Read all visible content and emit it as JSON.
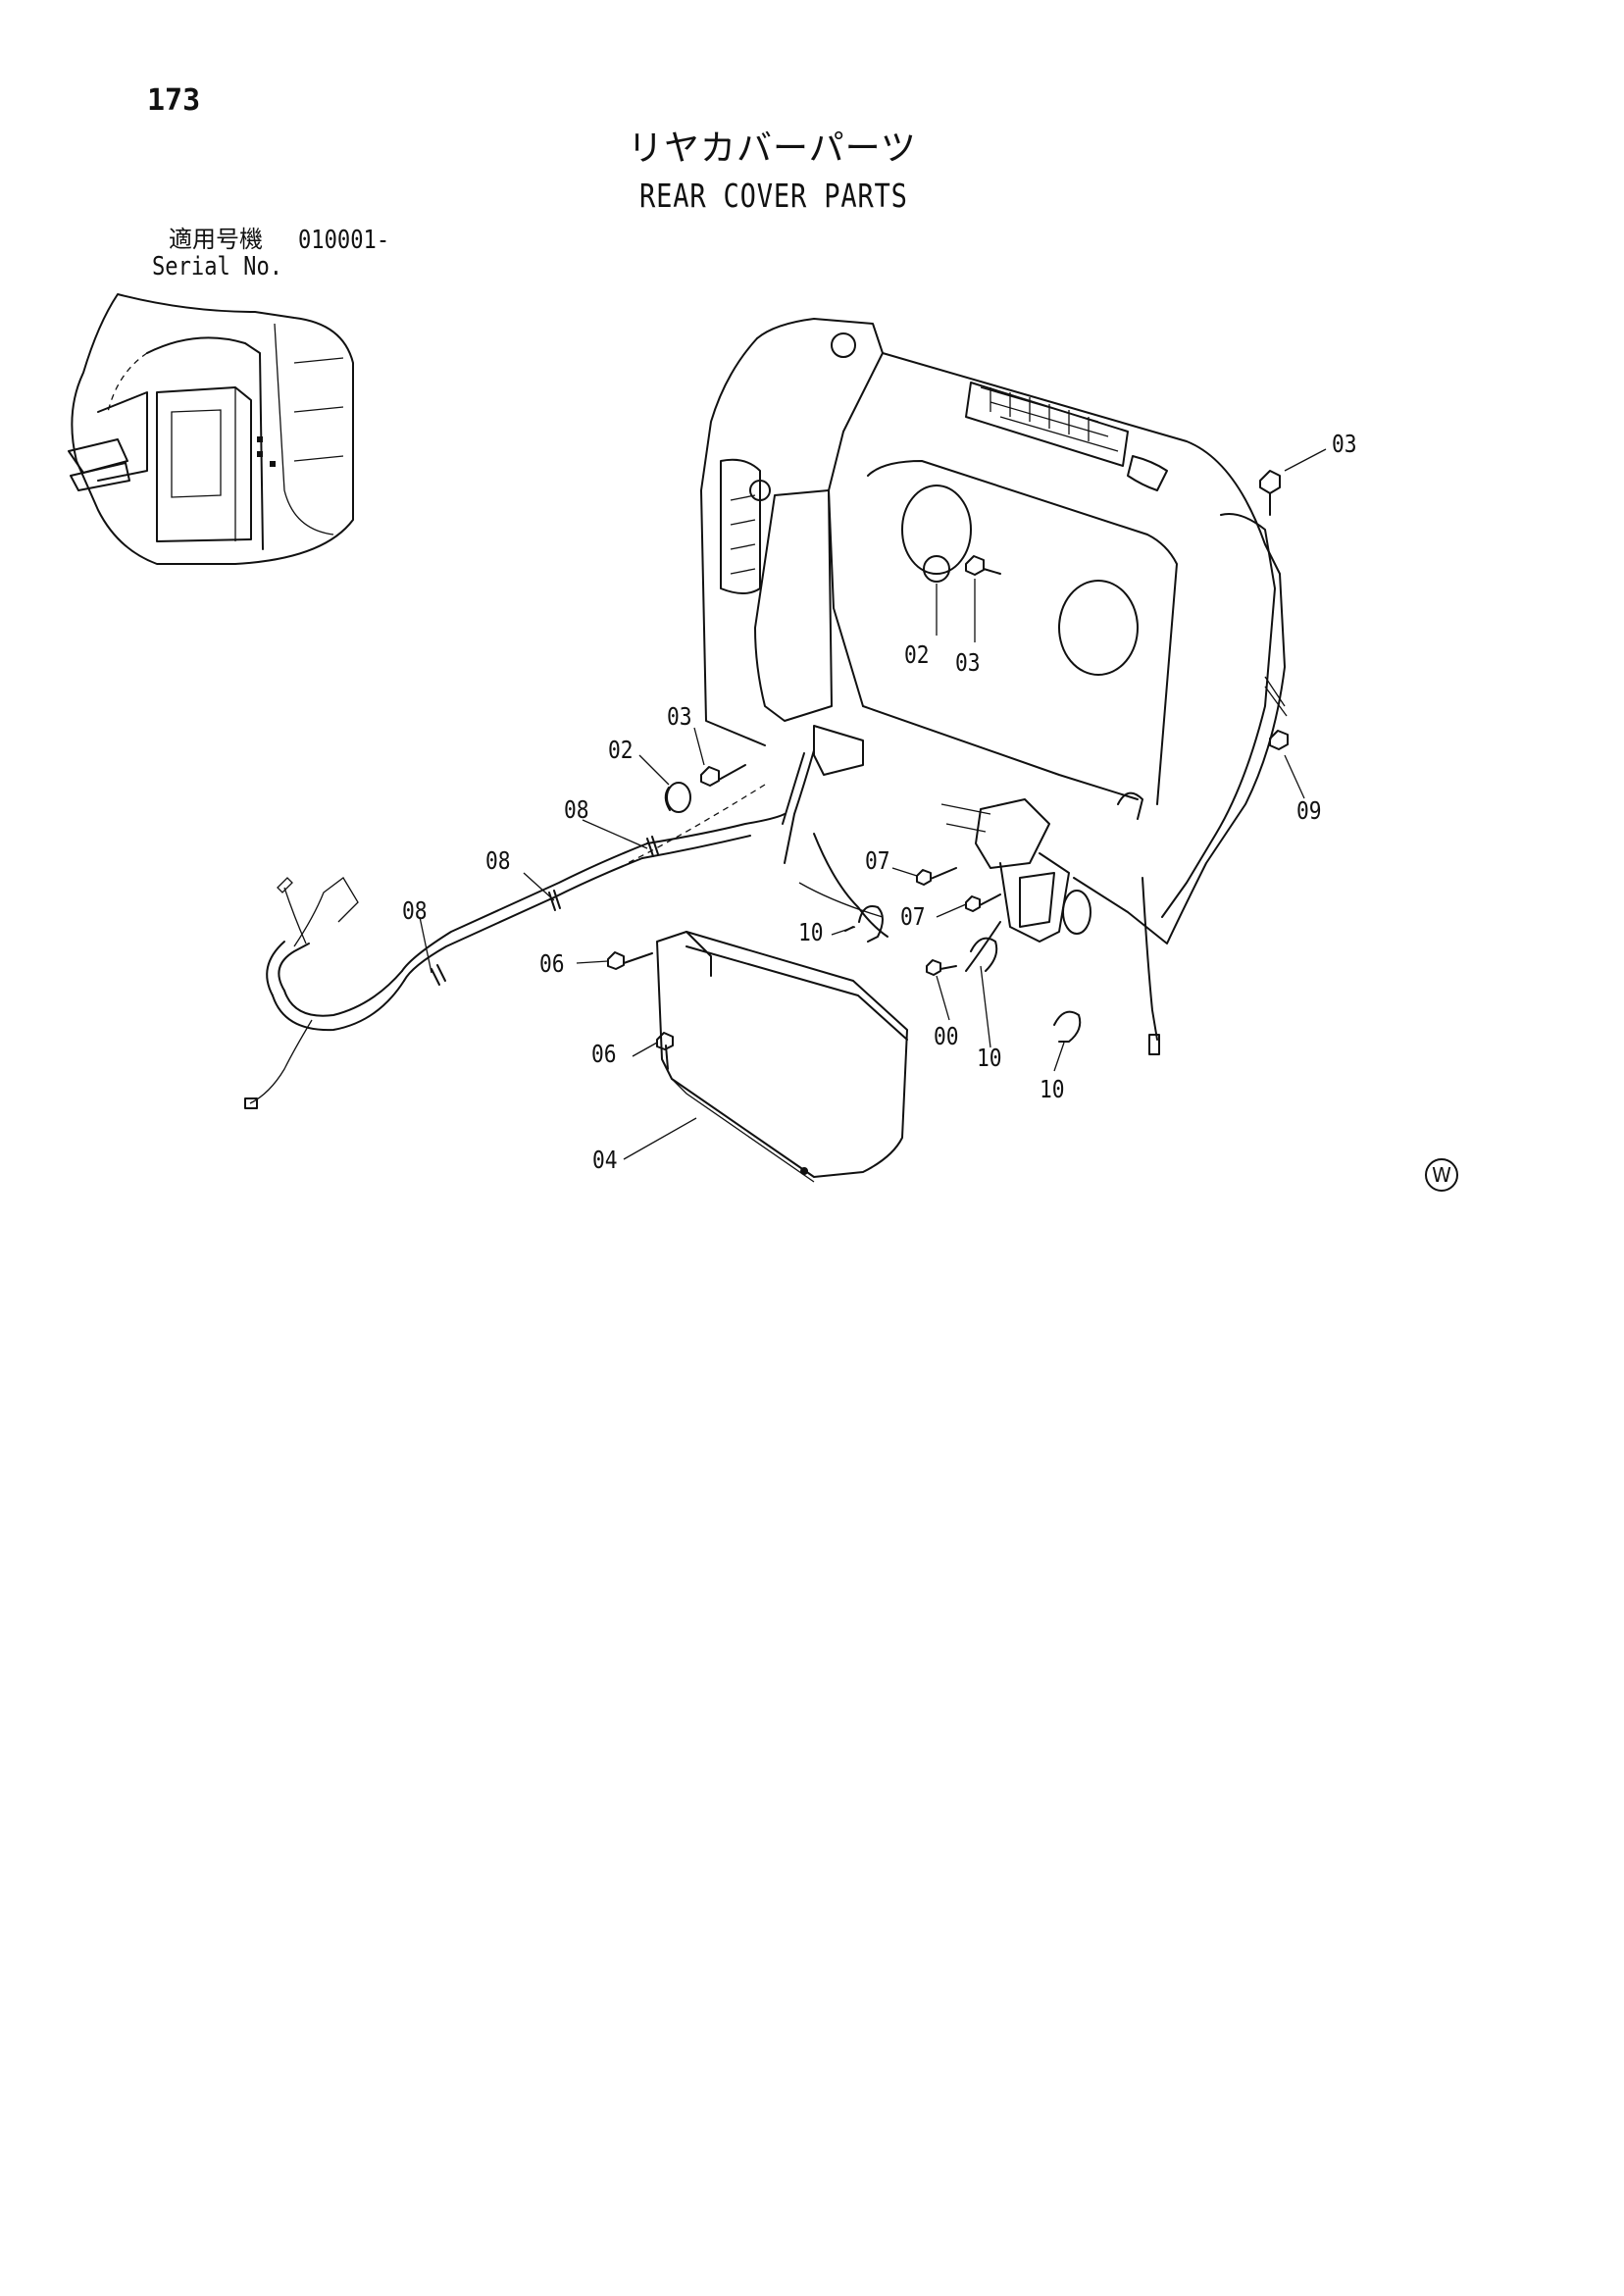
{
  "page": {
    "number": "173"
  },
  "title": {
    "japanese": "リヤカバーパーツ",
    "english": "REAR COVER PARTS"
  },
  "serial": {
    "label_jp": "適用号機",
    "number": "010001-",
    "label_en": "Serial No."
  },
  "callouts": [
    {
      "id": "03",
      "text": "03"
    },
    {
      "id": "02",
      "text": "02"
    },
    {
      "id": "03",
      "text": "03"
    },
    {
      "id": "03",
      "text": "03"
    },
    {
      "id": "02",
      "text": "02"
    },
    {
      "id": "09",
      "text": "09"
    },
    {
      "id": "08",
      "text": "08"
    },
    {
      "id": "08",
      "text": "08"
    },
    {
      "id": "08",
      "text": "08"
    },
    {
      "id": "07",
      "text": "07"
    },
    {
      "id": "07",
      "text": "07"
    },
    {
      "id": "10",
      "text": "10"
    },
    {
      "id": "06",
      "text": "06"
    },
    {
      "id": "00",
      "text": "00"
    },
    {
      "id": "10",
      "text": "10"
    },
    {
      "id": "06",
      "text": "06"
    },
    {
      "id": "10",
      "text": "10"
    },
    {
      "id": "04",
      "text": "04"
    }
  ],
  "mark": {
    "symbol": "W"
  }
}
